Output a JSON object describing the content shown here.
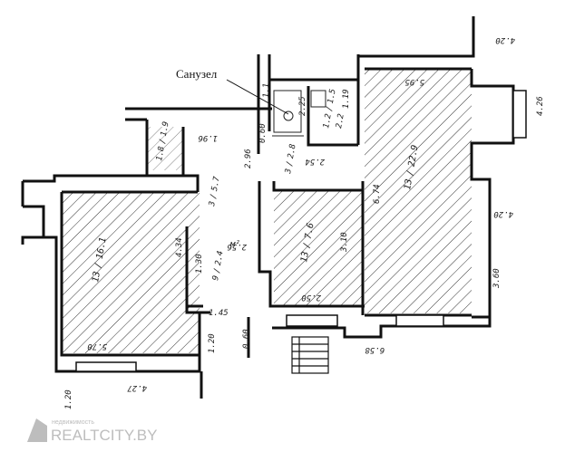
{
  "plan": {
    "title_label": "Санузел",
    "watermark_brand": "REALTCITY.BY",
    "watermark_sub": "недвижимость",
    "rooms": [
      {
        "id": "room-left",
        "number": "13",
        "area": "16.1"
      },
      {
        "id": "room-center",
        "number": "13",
        "area": "7.6"
      },
      {
        "id": "room-right",
        "number": "13",
        "area": "22.9"
      },
      {
        "id": "room-kitchen-top",
        "number": "1.8",
        "area": "1.9"
      },
      {
        "id": "room-hall",
        "number": "3",
        "area": "5.7"
      },
      {
        "id": "room-corridor",
        "number": "9",
        "area": "2.4"
      },
      {
        "id": "room-bath",
        "number": "3",
        "area": "2.8"
      },
      {
        "id": "room-wc",
        "number": "1.2",
        "area": "1.5"
      },
      {
        "id": "room-wc2",
        "number": "",
        "area": "2.2"
      }
    ],
    "unit_label": "м²",
    "dimensions": [
      "5.70",
      "4.34",
      "1.30",
      "1.45",
      "1.20",
      "0.60",
      "2.50",
      "3.10",
      "2.56",
      "1.96",
      "2.54",
      "6.74",
      "5.95",
      "4.26",
      "3.60",
      "6.58",
      "4.20",
      "4.20",
      "4.27",
      "1.20",
      "0.60",
      "1.1",
      "2.25",
      "1.19",
      "2.96"
    ]
  }
}
